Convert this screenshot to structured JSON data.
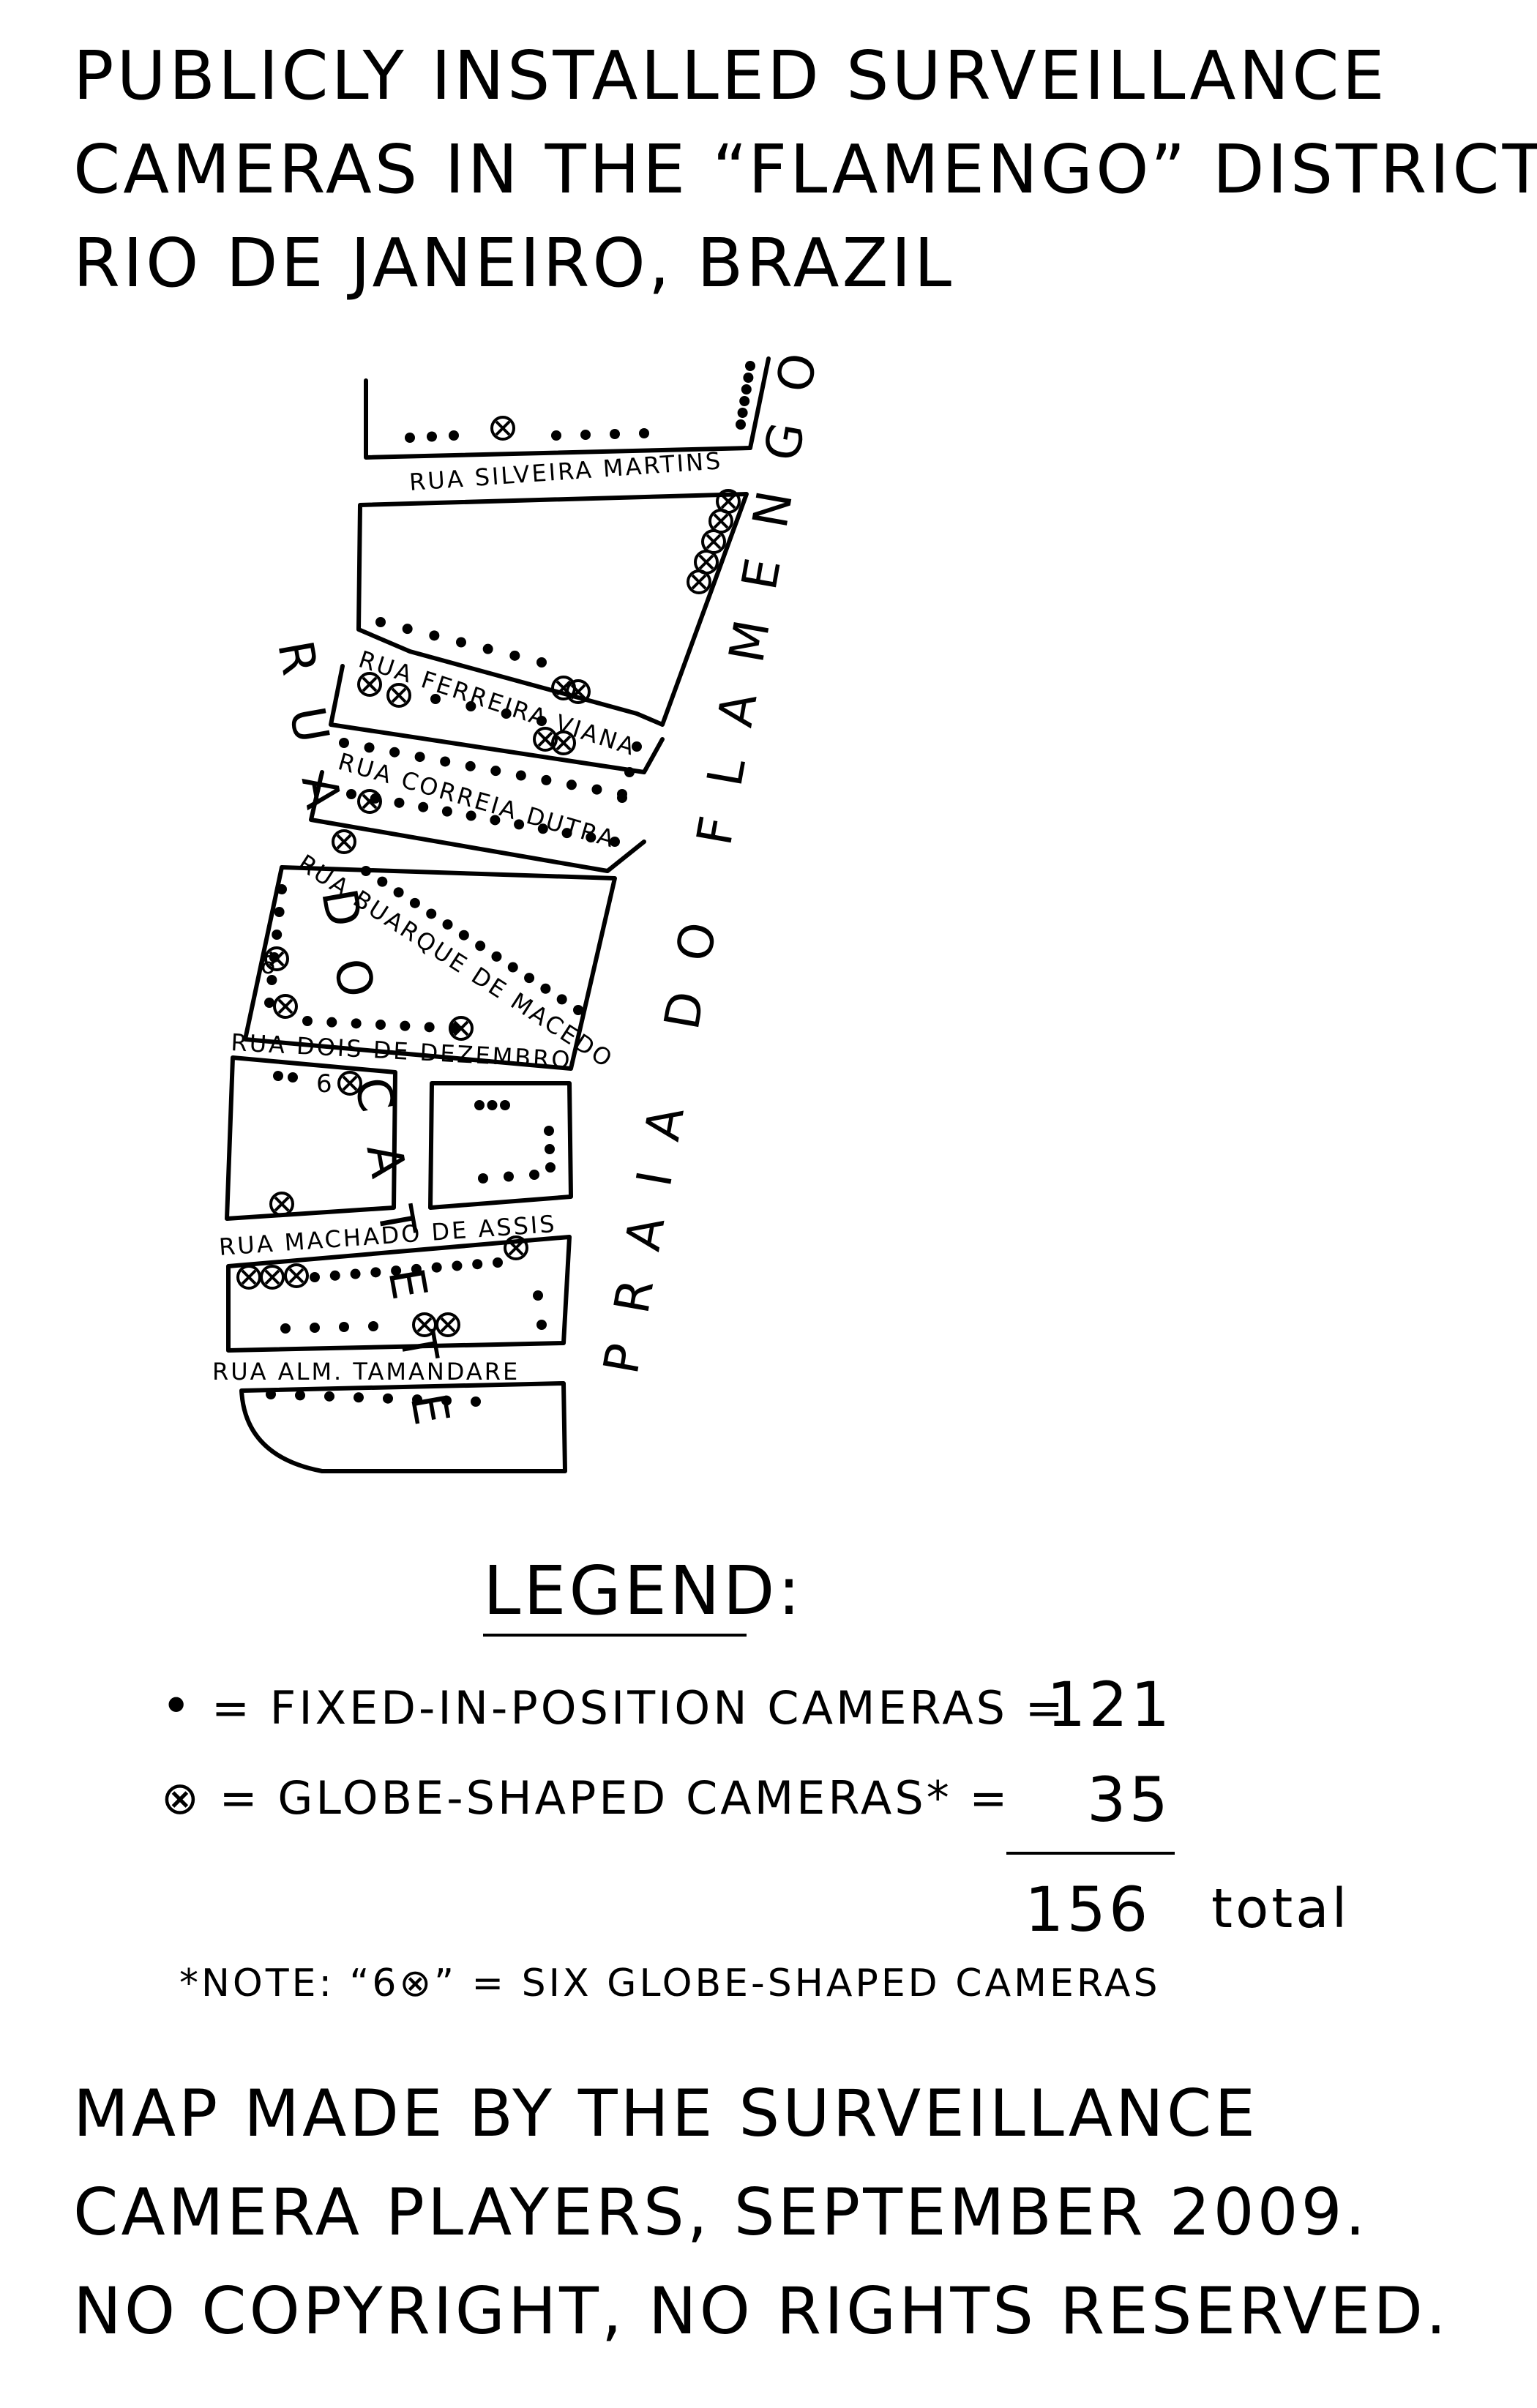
{
  "title": {
    "lines": [
      "PUBLICLY INSTALLED SURVEILLANCE",
      "CAMERAS IN THE “FLAMENGO” DISTRICT",
      "RIO DE JANEIRO, BRAZIL"
    ]
  },
  "map": {
    "streets": {
      "silveira": "RUA SILVEIRA MARTINS",
      "ferreira": "RUA FERREIRA VIANA",
      "correia": "RUA CORREIA DUTRA",
      "buarque": "RUA BUARQUE DE MACEDO",
      "dois": "RUA DOIS DE DEZEMBRO",
      "machado": "RUA MACHADO DE ASSIS",
      "tamandare": "RUA ALM. TAMANDARE",
      "catete": "RUA DO CATETE",
      "praia": "PRAIA DO FLAMENGO"
    },
    "six_label": "6"
  },
  "legend": {
    "title": "LEGEND:",
    "fixed": {
      "symbol": "•",
      "label": "= FIXED-IN-POSITION CAMERAS =",
      "count": "121"
    },
    "globe": {
      "symbol": "⊗",
      "label": "= GLOBE-SHAPED CAMERAS* =",
      "count": "35"
    },
    "total": {
      "count": "156",
      "label": "total"
    },
    "note": "*NOTE: “6⊗” = SIX GLOBE-SHAPED CAMERAS"
  },
  "credit": {
    "lines": [
      "MAP MADE BY THE SURVEILLANCE",
      "CAMERA PLAYERS, SEPTEMBER 2009.",
      "NO COPYRIGHT, NO RIGHTS RESERVED."
    ]
  }
}
